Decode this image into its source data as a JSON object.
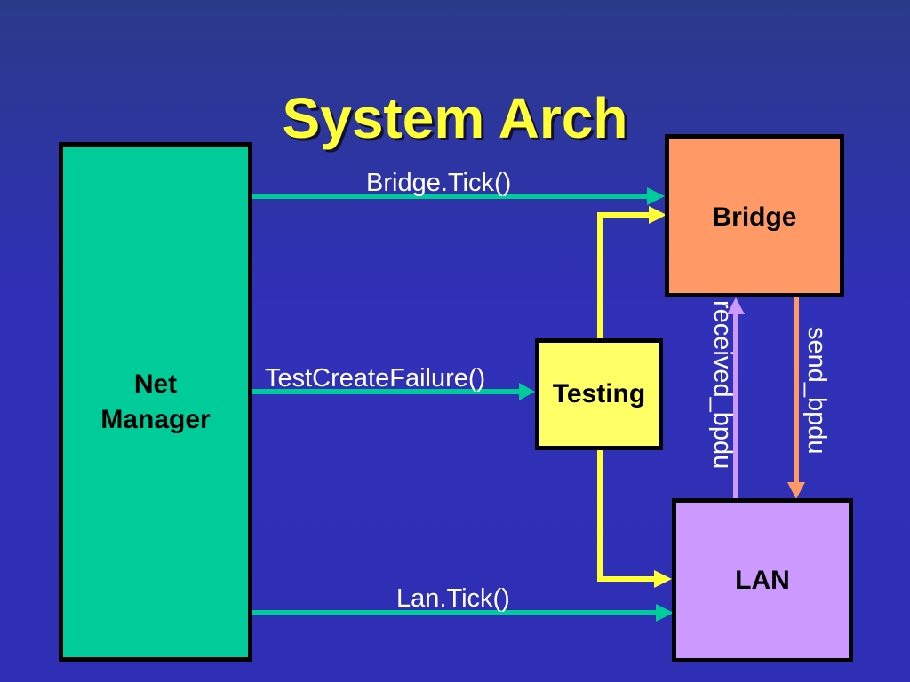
{
  "title": "System Arch",
  "boxes": {
    "net_manager": {
      "line1": "Net",
      "line2": "Manager"
    },
    "bridge": "Bridge",
    "testing": "Testing",
    "lan": "LAN"
  },
  "connections": {
    "bridge_tick": "Bridge.Tick()",
    "test_create_failure": "TestCreateFailure()",
    "lan_tick": "Lan.Tick()",
    "received_bpdu": "received_bpdu",
    "send_bpdu": "send_bpdu"
  },
  "colors": {
    "background": "#3030b8",
    "title": "#ffff33",
    "net_manager": "#00cc99",
    "bridge": "#ff9966",
    "testing": "#ffff66",
    "lan": "#cc99ff",
    "arrow_teal": "#00cc99",
    "arrow_yellow": "#ffff33",
    "arrow_received": "#cc99ff",
    "arrow_send": "#ff9966"
  }
}
